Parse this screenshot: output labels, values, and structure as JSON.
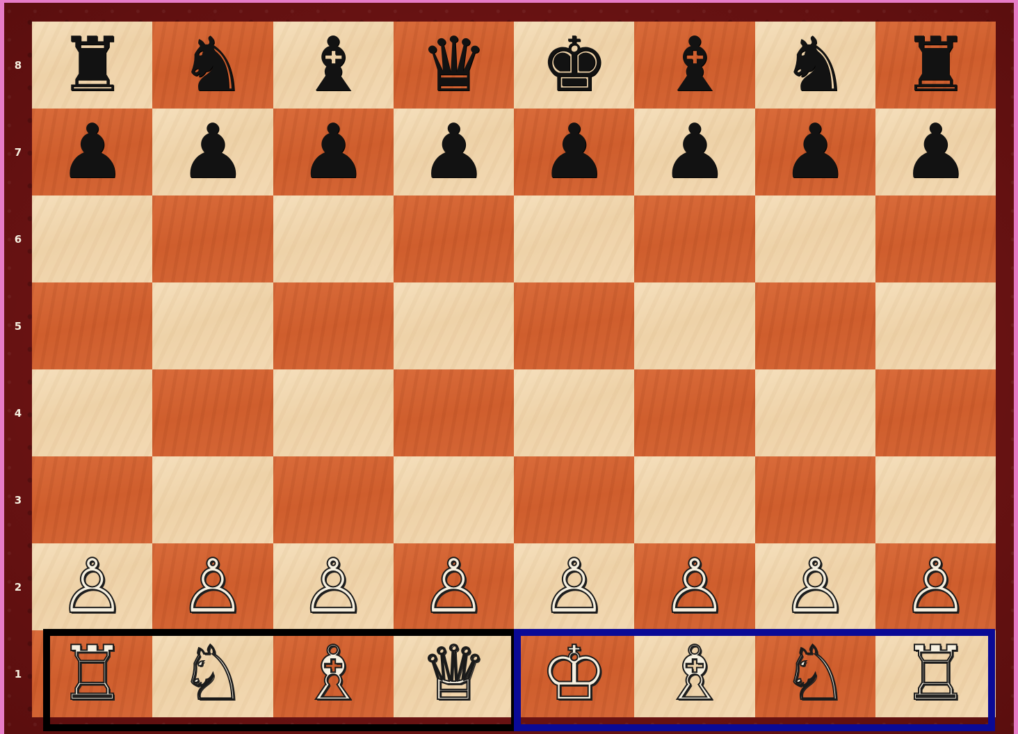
{
  "board": {
    "ranks": [
      "8",
      "7",
      "6",
      "5",
      "4",
      "3",
      "2",
      "1"
    ],
    "colors": {
      "light_square": "#f3d9b3",
      "dark_square": "#d2622f",
      "frame": "#7a1818",
      "background": "#e77cc7",
      "highlight_left": "#000000",
      "highlight_right": "#0a0a96"
    },
    "squares": [
      [
        "♜",
        "♞",
        "♝",
        "♛",
        "♚",
        "♝",
        "♞",
        "♜"
      ],
      [
        "♟",
        "♟",
        "♟",
        "♟",
        "♟",
        "♟",
        "♟",
        "♟"
      ],
      [
        "",
        "",
        "",
        "",
        "",
        "",
        "",
        ""
      ],
      [
        "",
        "",
        "",
        "",
        "",
        "",
        "",
        ""
      ],
      [
        "",
        "",
        "",
        "",
        "",
        "",
        "",
        ""
      ],
      [
        "",
        "",
        "",
        "",
        "",
        "",
        "",
        ""
      ],
      [
        "♙",
        "♙",
        "♙",
        "♙",
        "♙",
        "♙",
        "♙",
        "♙"
      ],
      [
        "♖",
        "♘",
        "♗",
        "♕",
        "♔",
        "♗",
        "♘",
        "♖"
      ]
    ],
    "piece_names": [
      [
        "black-rook",
        "black-knight",
        "black-bishop",
        "black-queen",
        "black-king",
        "black-bishop",
        "black-knight",
        "black-rook"
      ],
      [
        "black-pawn",
        "black-pawn",
        "black-pawn",
        "black-pawn",
        "black-pawn",
        "black-pawn",
        "black-pawn",
        "black-pawn"
      ],
      [
        "",
        "",
        "",
        "",
        "",
        "",
        "",
        ""
      ],
      [
        "",
        "",
        "",
        "",
        "",
        "",
        "",
        ""
      ],
      [
        "",
        "",
        "",
        "",
        "",
        "",
        "",
        ""
      ],
      [
        "",
        "",
        "",
        "",
        "",
        "",
        "",
        ""
      ],
      [
        "white-pawn",
        "white-pawn",
        "white-pawn",
        "white-pawn",
        "white-pawn",
        "white-pawn",
        "white-pawn",
        "white-pawn"
      ],
      [
        "white-rook",
        "white-knight",
        "white-bishop",
        "white-queen",
        "white-king",
        "white-bishop",
        "white-knight",
        "white-rook"
      ]
    ],
    "highlights": [
      {
        "name": "queenside-highlight",
        "squares": [
          "a1",
          "b1",
          "c1",
          "d1"
        ],
        "color": "#000000"
      },
      {
        "name": "kingside-highlight",
        "squares": [
          "e1",
          "f1",
          "g1",
          "h1"
        ],
        "color": "#0a0a96"
      }
    ]
  }
}
